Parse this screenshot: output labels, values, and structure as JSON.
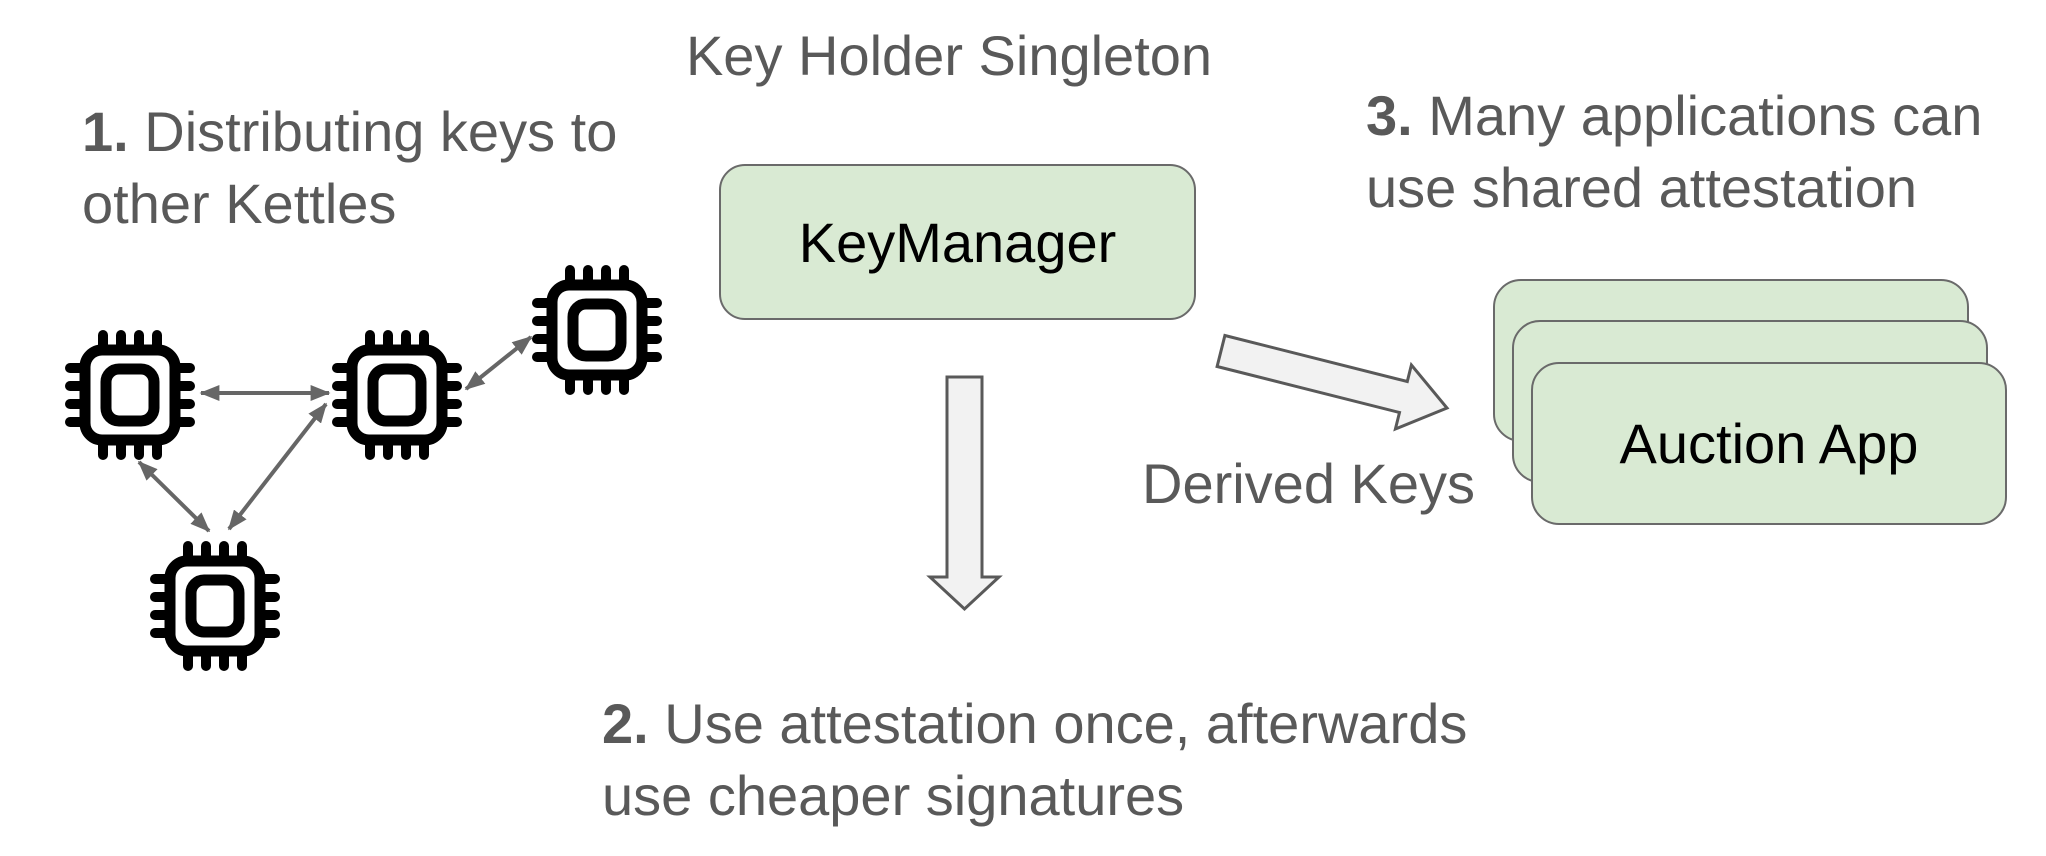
{
  "title": "Key Holder Singleton",
  "steps": [
    {
      "num": "1.",
      "line1": " Distributing keys to",
      "line2": "other Kettles"
    },
    {
      "num": "2.",
      "line1": " Use attestation once, afterwards",
      "line2": "use cheaper signatures"
    },
    {
      "num": "3.",
      "line1": " Many applications can",
      "line2": "use shared attestation"
    }
  ],
  "labels": {
    "derived_keys": "Derived Keys"
  },
  "nodes": {
    "key_manager": {
      "label": "KeyManager"
    },
    "auction_app": {
      "label": "Auction App",
      "stack_count": 3
    }
  },
  "icons": {
    "chip": "chip-icon",
    "chip_count": 4,
    "meaning": "Kettle / TEE processor node"
  },
  "arrows": {
    "peer_links": "double-headed thin gray arrows between the four chips",
    "down_block_arrow": "from KeyManager down to step 2 caption",
    "derived_keys_block_arrow": "from KeyManager to Auction App stack"
  },
  "colors": {
    "text_gray": "#595959",
    "node_fill": "#d9ead3",
    "node_border": "#6a6a6a",
    "thin_arrow": "#666666",
    "block_arrow_fill": "#f2f2f2",
    "block_arrow_stroke": "#595959",
    "chip_black": "#000000",
    "background": "#ffffff"
  }
}
